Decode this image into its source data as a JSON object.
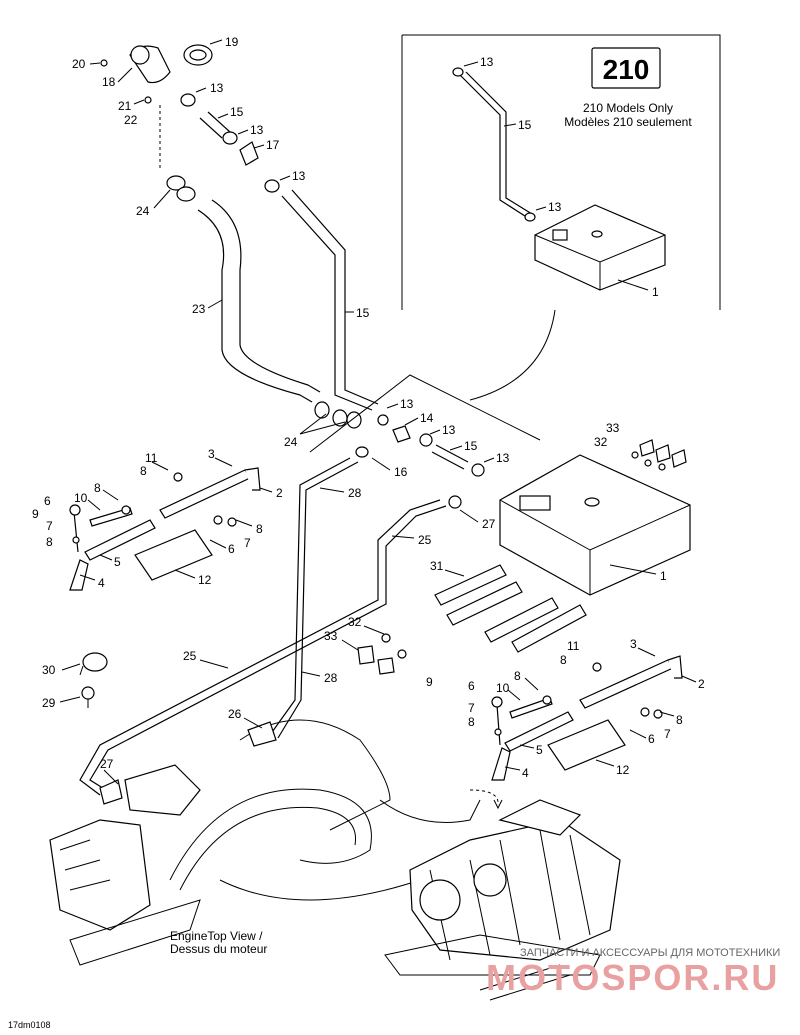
{
  "inset": {
    "badge": "210",
    "line1": "210 Models Only",
    "line2": "Modèles 210 seulement"
  },
  "view_label": {
    "line1": "EngineTop View /",
    "line2": "Dessus du moteur"
  },
  "footer_code": "17dm0108",
  "watermark": {
    "tagline": "ЗАПЧАСТИ И АКСЕССУАРЫ ДЛЯ МОТОТЕХНИКИ",
    "brand": "MOTOSPOR.RU"
  },
  "callouts": [
    {
      "id": "19",
      "text": "19"
    },
    {
      "id": "20",
      "text": "20"
    },
    {
      "id": "18",
      "text": "18"
    },
    {
      "id": "13a",
      "text": "13"
    },
    {
      "id": "21",
      "text": "21"
    },
    {
      "id": "22",
      "text": "22"
    },
    {
      "id": "15a",
      "text": "15"
    },
    {
      "id": "13b",
      "text": "13"
    },
    {
      "id": "17",
      "text": "17"
    },
    {
      "id": "13c",
      "text": "13"
    },
    {
      "id": "24a",
      "text": "24"
    },
    {
      "id": "23",
      "text": "23"
    },
    {
      "id": "15b",
      "text": "15"
    },
    {
      "id": "13d",
      "text": "13"
    },
    {
      "id": "14",
      "text": "14"
    },
    {
      "id": "13e",
      "text": "13"
    },
    {
      "id": "15c",
      "text": "15"
    },
    {
      "id": "13f",
      "text": "13"
    },
    {
      "id": "24b",
      "text": "24"
    },
    {
      "id": "16",
      "text": "16"
    },
    {
      "id": "28a",
      "text": "28"
    },
    {
      "id": "27a",
      "text": "27"
    },
    {
      "id": "25a",
      "text": "25"
    },
    {
      "id": "1a",
      "text": "1"
    },
    {
      "id": "33a",
      "text": "33"
    },
    {
      "id": "32a",
      "text": "32"
    },
    {
      "id": "11a",
      "text": "11"
    },
    {
      "id": "8a",
      "text": "8"
    },
    {
      "id": "3a",
      "text": "3"
    },
    {
      "id": "2a",
      "text": "2"
    },
    {
      "id": "6a",
      "text": "6"
    },
    {
      "id": "10a",
      "text": "10"
    },
    {
      "id": "8b",
      "text": "8"
    },
    {
      "id": "9a",
      "text": "9"
    },
    {
      "id": "7a",
      "text": "7"
    },
    {
      "id": "8c",
      "text": "8"
    },
    {
      "id": "8d",
      "text": "8"
    },
    {
      "id": "7b",
      "text": "7"
    },
    {
      "id": "6b",
      "text": "6"
    },
    {
      "id": "5a",
      "text": "5"
    },
    {
      "id": "12a",
      "text": "12"
    },
    {
      "id": "4a",
      "text": "4"
    },
    {
      "id": "31",
      "text": "31"
    },
    {
      "id": "32b",
      "text": "32"
    },
    {
      "id": "33b",
      "text": "33"
    },
    {
      "id": "30",
      "text": "30"
    },
    {
      "id": "25b",
      "text": "25"
    },
    {
      "id": "28b",
      "text": "28"
    },
    {
      "id": "11b",
      "text": "11"
    },
    {
      "id": "8e",
      "text": "8"
    },
    {
      "id": "3b",
      "text": "3"
    },
    {
      "id": "2b",
      "text": "2"
    },
    {
      "id": "29",
      "text": "29"
    },
    {
      "id": "9b",
      "text": "9"
    },
    {
      "id": "6c",
      "text": "6"
    },
    {
      "id": "10b",
      "text": "10"
    },
    {
      "id": "8f",
      "text": "8"
    },
    {
      "id": "7c",
      "text": "7"
    },
    {
      "id": "8g",
      "text": "8"
    },
    {
      "id": "8h",
      "text": "8"
    },
    {
      "id": "7d",
      "text": "7"
    },
    {
      "id": "6d",
      "text": "6"
    },
    {
      "id": "5b",
      "text": "5"
    },
    {
      "id": "4b",
      "text": "4"
    },
    {
      "id": "12b",
      "text": "12"
    },
    {
      "id": "26",
      "text": "26"
    },
    {
      "id": "27b",
      "text": "27"
    },
    {
      "id": "13g",
      "text": "13"
    },
    {
      "id": "15d",
      "text": "15"
    },
    {
      "id": "13h",
      "text": "13"
    },
    {
      "id": "1b",
      "text": "1"
    }
  ]
}
